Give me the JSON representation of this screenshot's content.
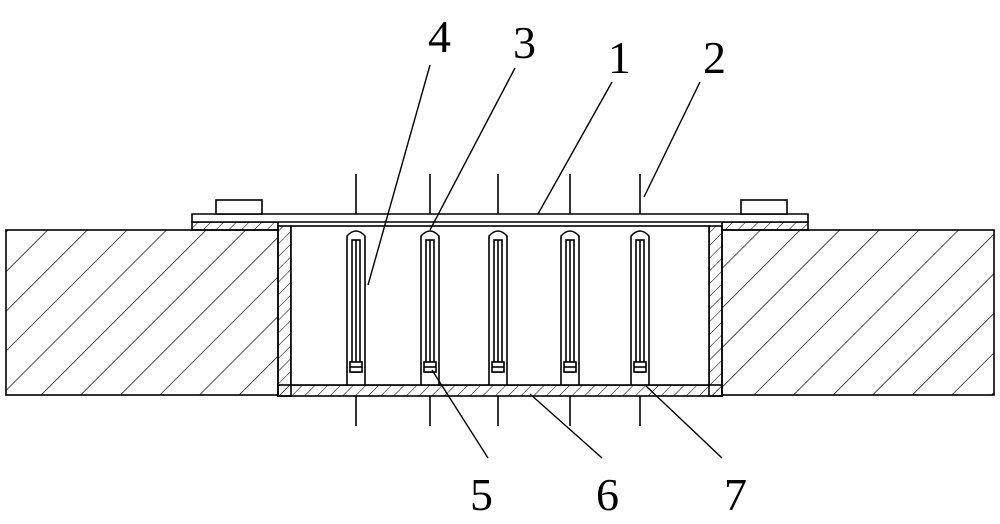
{
  "figure": {
    "background": "#ffffff",
    "line_color": "#000000",
    "labels": {
      "n1": "1",
      "n2": "2",
      "n3": "3",
      "n4": "4",
      "n5": "5",
      "n6": "6",
      "n7": "7"
    }
  }
}
